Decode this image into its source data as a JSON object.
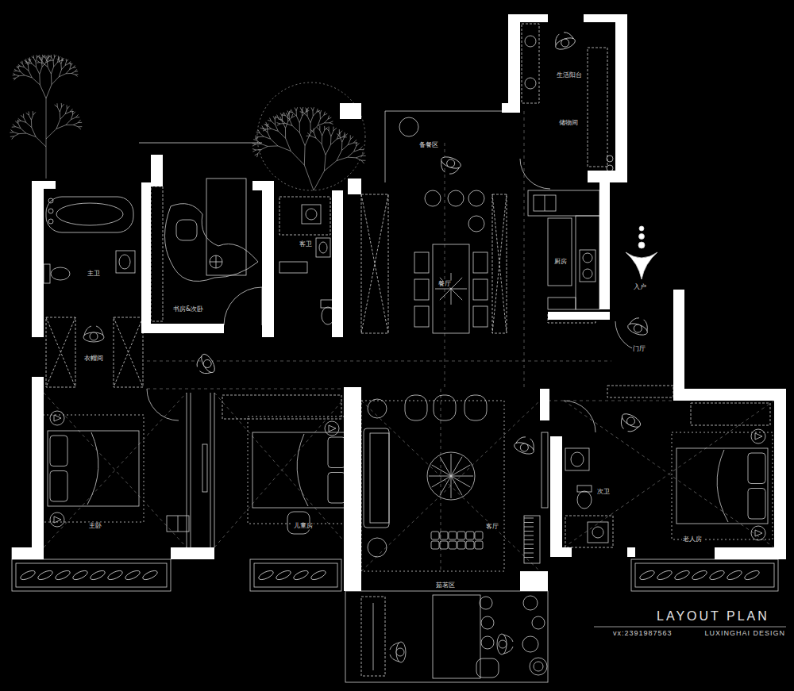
{
  "diagram": {
    "title": "LAYOUT PLAN",
    "labels": [
      "生活阳台",
      "储物间",
      "备餐区",
      "客卫",
      "餐厅",
      "厨房",
      "入户",
      "主卫",
      "书房&次卧",
      "衣帽间",
      "门厅",
      "主卧",
      "儿童房",
      "客厅",
      "次卫",
      "老人房",
      "茹茗区",
      "vx:2391987563",
      "LUXINGHAI DESIGN"
    ]
  }
}
